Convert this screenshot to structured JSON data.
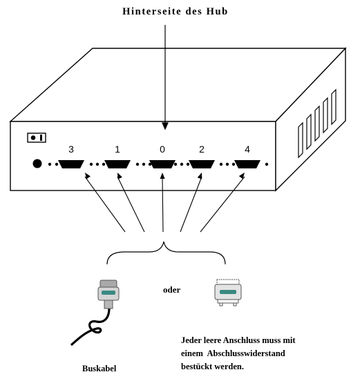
{
  "title": "Hinterseite des Hub",
  "ports": [
    "3",
    "1",
    "0",
    "2",
    "4"
  ],
  "or_label": "oder",
  "terminator_note": "Jeder leere Anschluss muss mit\neinem  Abschlusswiderstand\nbestückt werden.",
  "cable_label": "Buskabel",
  "colors": {
    "connector_body": "#c8c8c8",
    "connector_accent": "#3a8a82",
    "line": "#000000"
  }
}
